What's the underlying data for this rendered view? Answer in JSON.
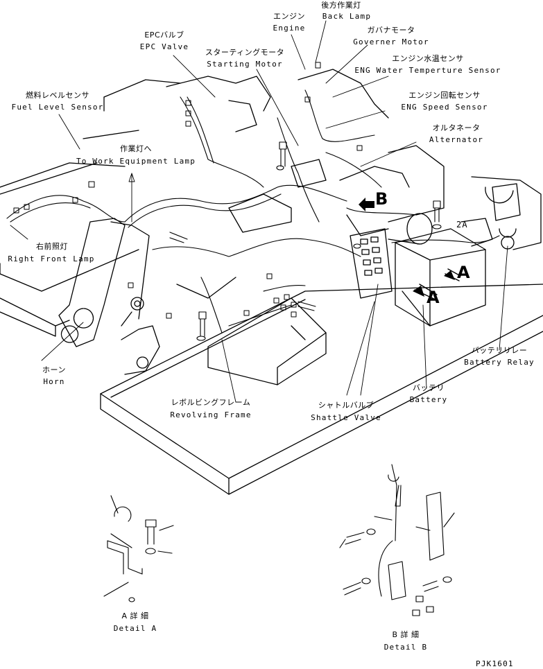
{
  "labels": {
    "back_lamp": {
      "ja": "後方作業灯",
      "en": "Back Lamp"
    },
    "engine": {
      "ja": "エンジン",
      "en": "Engine"
    },
    "epc_valve": {
      "ja": "EPCバルブ",
      "en": "EPC Valve"
    },
    "governer_motor": {
      "ja": "ガバナモータ",
      "en": "Governer Motor"
    },
    "starting_motor": {
      "ja": "スターティングモータ",
      "en": "Starting Motor"
    },
    "water_temp_sensor": {
      "ja": "エンジン水温センサ",
      "en": "ENG Water Temperture Sensor"
    },
    "fuel_level_sensor": {
      "ja": "燃料レベルセンサ",
      "en": "Fuel Level Sensor"
    },
    "speed_sensor": {
      "ja": "エンジン回転センサ",
      "en": "ENG Speed Sensor"
    },
    "alternator": {
      "ja": "オルタネータ",
      "en": "Alternator"
    },
    "work_equipment_lamp": {
      "ja": "作業灯へ",
      "en": "To Work Equipment Lamp"
    },
    "right_front_lamp": {
      "ja": "右前照灯",
      "en": "Right Front Lamp"
    },
    "horn": {
      "ja": "ホーン",
      "en": "Horn"
    },
    "battery_relay": {
      "ja": "バッテリリレー",
      "en": "Battery Relay"
    },
    "battery": {
      "ja": "バッテリ",
      "en": "Battery"
    },
    "revolving_frame": {
      "ja": "レボルビングフレーム",
      "en": "Revolving Frame"
    },
    "shuttle_valve": {
      "ja": "シャトルバルブ",
      "en": "Shattle Valve"
    },
    "detail_a": {
      "ja": "A 詳 細",
      "en": "Detail A"
    },
    "detail_b": {
      "ja": "B 詳 細",
      "en": "Detail B"
    }
  },
  "markers": {
    "b": "B",
    "a1": "A",
    "a2": "A",
    "amp": "2A"
  },
  "drawing_number": "PJK1601"
}
